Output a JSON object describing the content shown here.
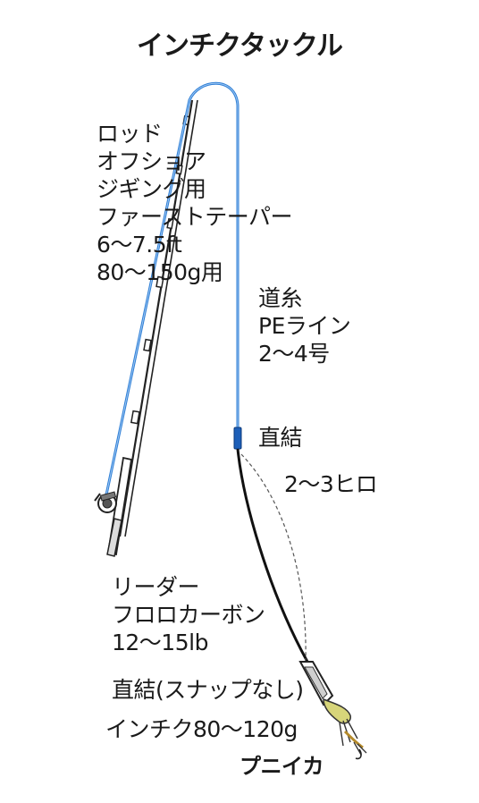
{
  "title": "インチクタックル",
  "rod": {
    "lines": [
      "ロッド",
      "オフショア",
      "ジギング用",
      "ファーストテーパー",
      "6〜7.5ft",
      "80〜150g用"
    ]
  },
  "main_line": {
    "lines": [
      "道糸",
      "PEライン",
      "2〜4号"
    ]
  },
  "connection_top": "直結",
  "length_label": "2〜3ヒロ",
  "leader": {
    "lines": [
      "リーダー",
      "フロロカーボン",
      "12〜15lb"
    ]
  },
  "connection_bottom": "直結(スナップなし)",
  "lure": "インチク80〜120g",
  "bait": "プニイカ",
  "colors": {
    "pe_line": "#2f7fd6",
    "rod": "#1a1a1a",
    "leader": "#111111",
    "connector": "#1d5fb8",
    "bait": "#d7d57a"
  },
  "icons": [
    "reel-icon",
    "inchiku-lure-icon",
    "squid-bait-icon"
  ]
}
